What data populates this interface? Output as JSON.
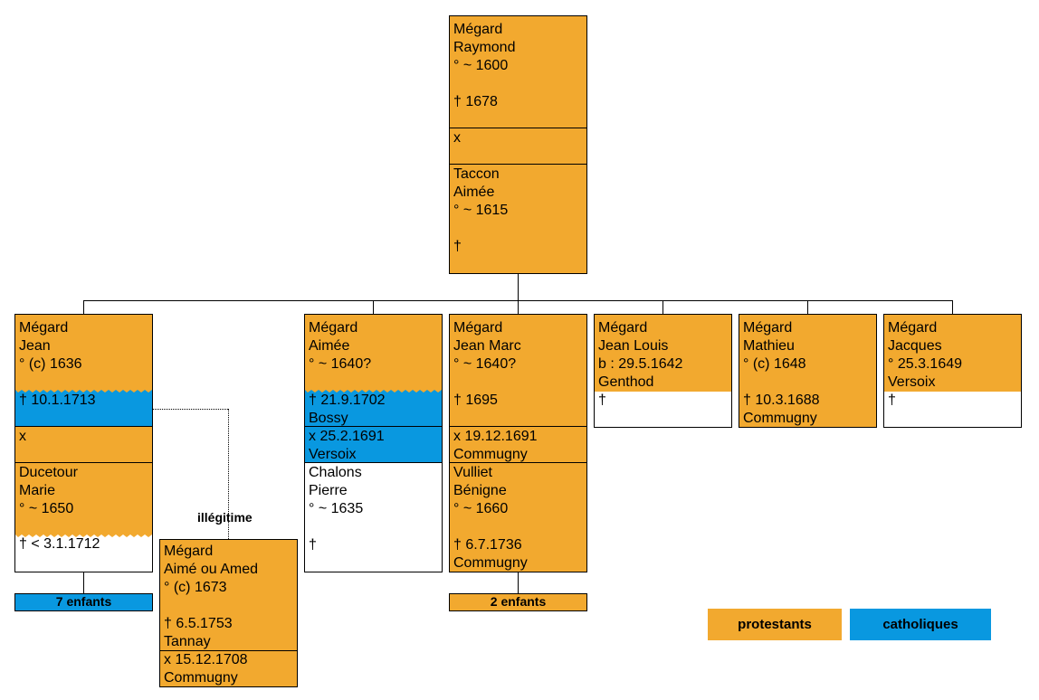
{
  "raymond": {
    "name": [
      "Mégard",
      "Raymond",
      "° ~ 1600",
      "",
      "† 1678"
    ],
    "marriage": [
      "x"
    ],
    "spouse": [
      "Taccon",
      "Aimée",
      "° ~ 1615",
      "",
      "†"
    ]
  },
  "jean": {
    "name": [
      "Mégard",
      "Jean",
      "° (c) 1636"
    ],
    "death": [
      "† 10.1.1713"
    ],
    "marriage": [
      "x"
    ],
    "spouse": [
      "Ducetour",
      "Marie",
      "° ~ 1650"
    ],
    "spouse_death": [
      "† < 3.1.1712"
    ]
  },
  "aimee": {
    "name": [
      "Mégard",
      "Aimée",
      "° ~ 1640?"
    ],
    "death": [
      "† 21.9.1702",
      "Bossy"
    ],
    "marriage": [
      "x 25.2.1691",
      "Versoix"
    ],
    "spouse": [
      "Chalons",
      "Pierre",
      "° ~ 1635",
      "",
      "†"
    ]
  },
  "jean_marc": {
    "name": [
      "Mégard",
      "Jean Marc",
      "° ~ 1640?",
      "",
      "† 1695"
    ],
    "marriage": [
      "x 19.12.1691",
      "Commugny"
    ],
    "spouse": [
      "Vulliet",
      "Bénigne",
      "° ~ 1660",
      "",
      "† 6.7.1736",
      "Commugny"
    ]
  },
  "jean_louis": {
    "name": [
      "Mégard",
      "Jean Louis",
      "b : 29.5.1642",
      "Genthod"
    ],
    "death": [
      "†"
    ]
  },
  "mathieu": {
    "name": [
      "Mégard",
      "Mathieu",
      "° (c) 1648",
      "",
      "† 10.3.1688",
      "Commugny"
    ]
  },
  "jacques": {
    "name": [
      "Mégard",
      "Jacques",
      "° 25.3.1649",
      "Versoix"
    ],
    "death": [
      "†"
    ]
  },
  "aime": {
    "name": [
      "Mégard",
      "Aimé ou Amed",
      "° (c) 1673",
      "",
      "† 6.5.1753",
      "Tannay"
    ],
    "marriage": [
      "x 15.12.1708",
      "Commugny"
    ]
  },
  "illegitimate_label": "illégitime",
  "jean_children": "7 enfants",
  "jean_marc_children": "2 enfants",
  "legend": {
    "protestant": "protestants",
    "catholic": "catholiques"
  },
  "colors": {
    "protestant": "#f2a92f",
    "catholic": "#0998e0",
    "none": "#ffffff"
  }
}
